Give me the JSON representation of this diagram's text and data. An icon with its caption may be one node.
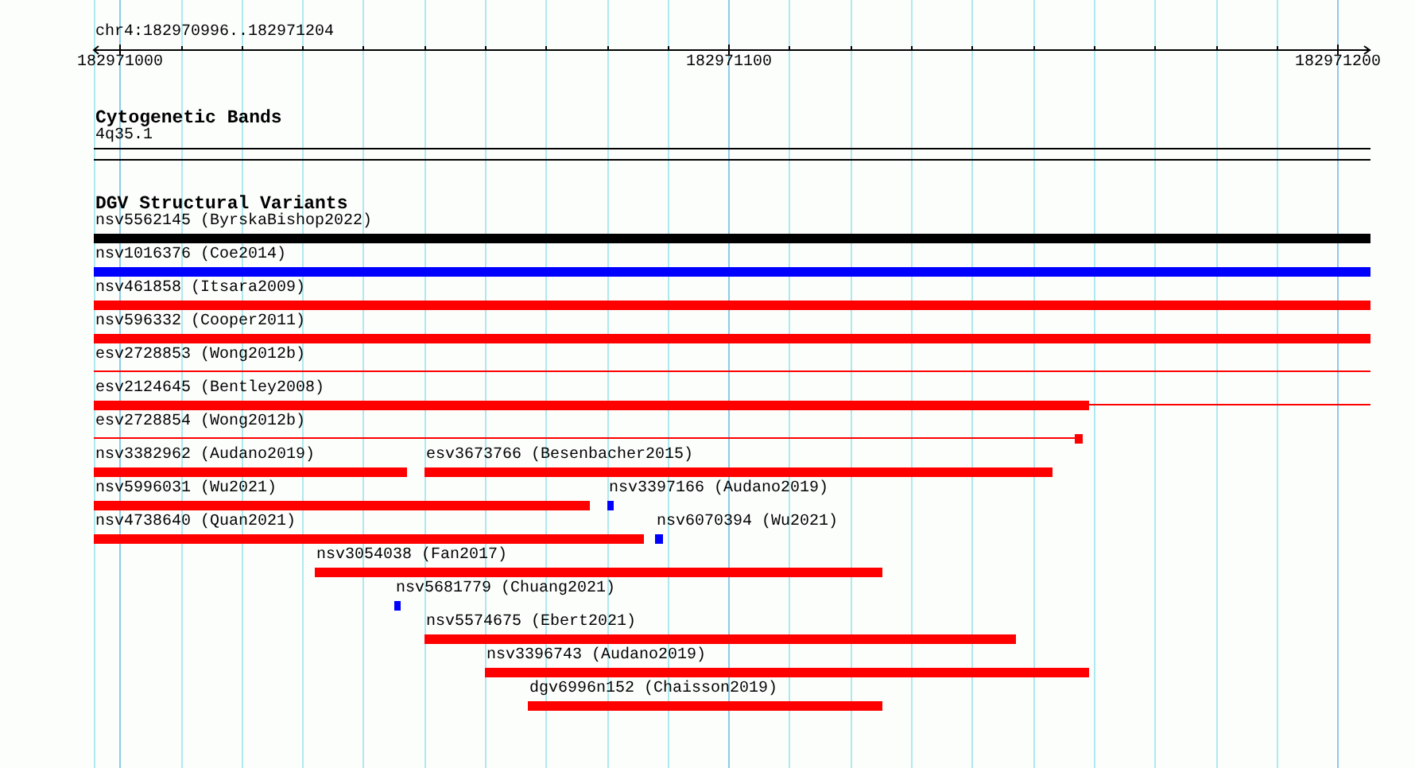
{
  "diagram": {
    "nodes": [
      {
        "text": [
          "4q35.1"
        ]
      },
      {
        "text": [
          "nsv5562145 (ByrskaBishop2022)"
        ]
      },
      {
        "text": [
          "nsv1016376 (Coe2014)"
        ]
      },
      {
        "text": [
          "nsv461858 (Itsara2009)"
        ]
      },
      {
        "text": [
          "nsv596332 (Cooper2011)"
        ]
      },
      {
        "text": [
          "esv2728853 (Wong2012b)"
        ]
      },
      {
        "text": [
          "esv2124645 (Bentley2008)"
        ]
      },
      {
        "text": [
          "esv2728854 (Wong2012b)"
        ]
      },
      {
        "text": [
          "nsv3382962 (Audano2019)"
        ]
      },
      {
        "text": [
          "esv3673766 (Besenbacher2015)"
        ]
      },
      {
        "text": [
          "nsv5996031 (Wu2021)"
        ]
      },
      {
        "text": [
          "nsv3397166 (Audano2019)"
        ]
      },
      {
        "text": [
          "nsv4738640 (Quan2021)"
        ]
      },
      {
        "text": [
          "nsv6070394 (Wu2021)"
        ]
      },
      {
        "text": [
          "nsv3054038 (Fan2017)"
        ]
      },
      {
        "text": [
          "nsv5681779 (Chuang2021)"
        ]
      },
      {
        "text": [
          "nsv5574675 (Ebert2021)"
        ]
      },
      {
        "text": [
          "nsv3396743 (Audano2019)"
        ]
      },
      {
        "text": [
          "dgv6996n152 (Chaisson2019)"
        ]
      }
    ],
    "labels": [
      "chr4:182970996..182971204",
      "182971000",
      "182971100",
      "182971200",
      "Cytogenetic Bands",
      "DGV Structural Variants"
    ]
  }
}
